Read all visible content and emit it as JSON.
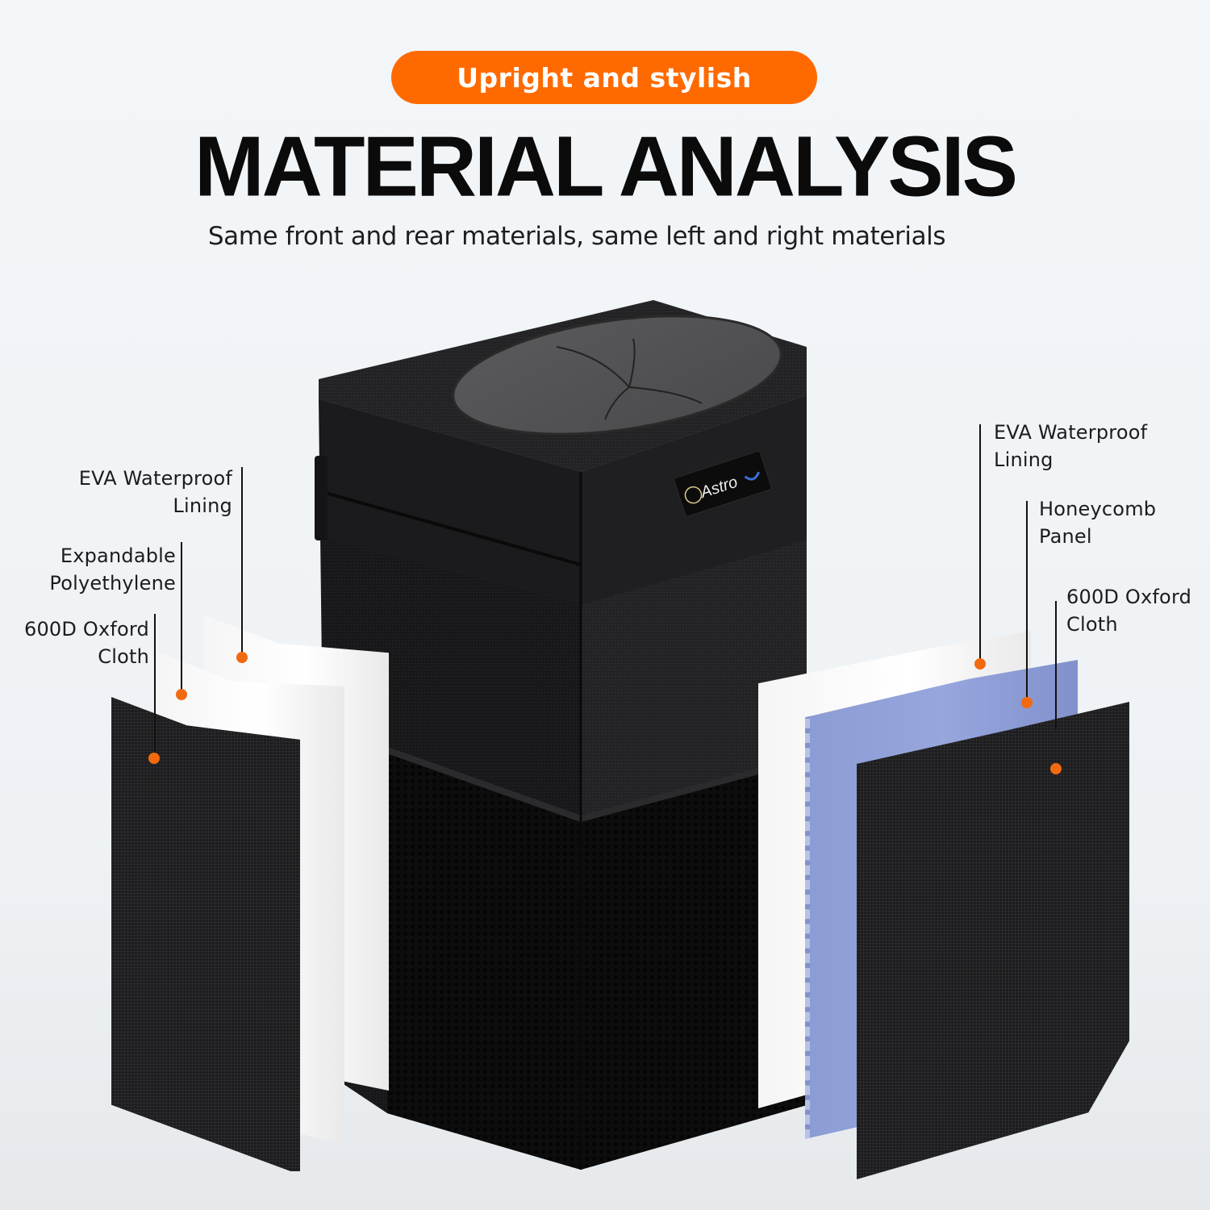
{
  "header": {
    "badge_label": "Upright and stylish",
    "title": "MATERIAL ANALYSIS",
    "subtitle": "Same front and rear materials, same left and right materials"
  },
  "colors": {
    "accent": "#ff6a00",
    "dot": "#f26a10",
    "fabric": "#1d1d1f",
    "honeycomb": "#95a4dc",
    "background": "#f0f3f6"
  },
  "product": {
    "brand_tag": "Astro"
  },
  "left_callouts": [
    {
      "line1": "EVA Waterproof",
      "line2": "Lining"
    },
    {
      "line1": "Expandable",
      "line2": "Polyethylene"
    },
    {
      "line1": "600D Oxford",
      "line2": "Cloth"
    }
  ],
  "right_callouts": [
    {
      "line1": "EVA Waterproof",
      "line2": "Lining"
    },
    {
      "line1": "Honeycomb",
      "line2": "Panel"
    },
    {
      "line1": "600D Oxford",
      "line2": "Cloth"
    }
  ]
}
